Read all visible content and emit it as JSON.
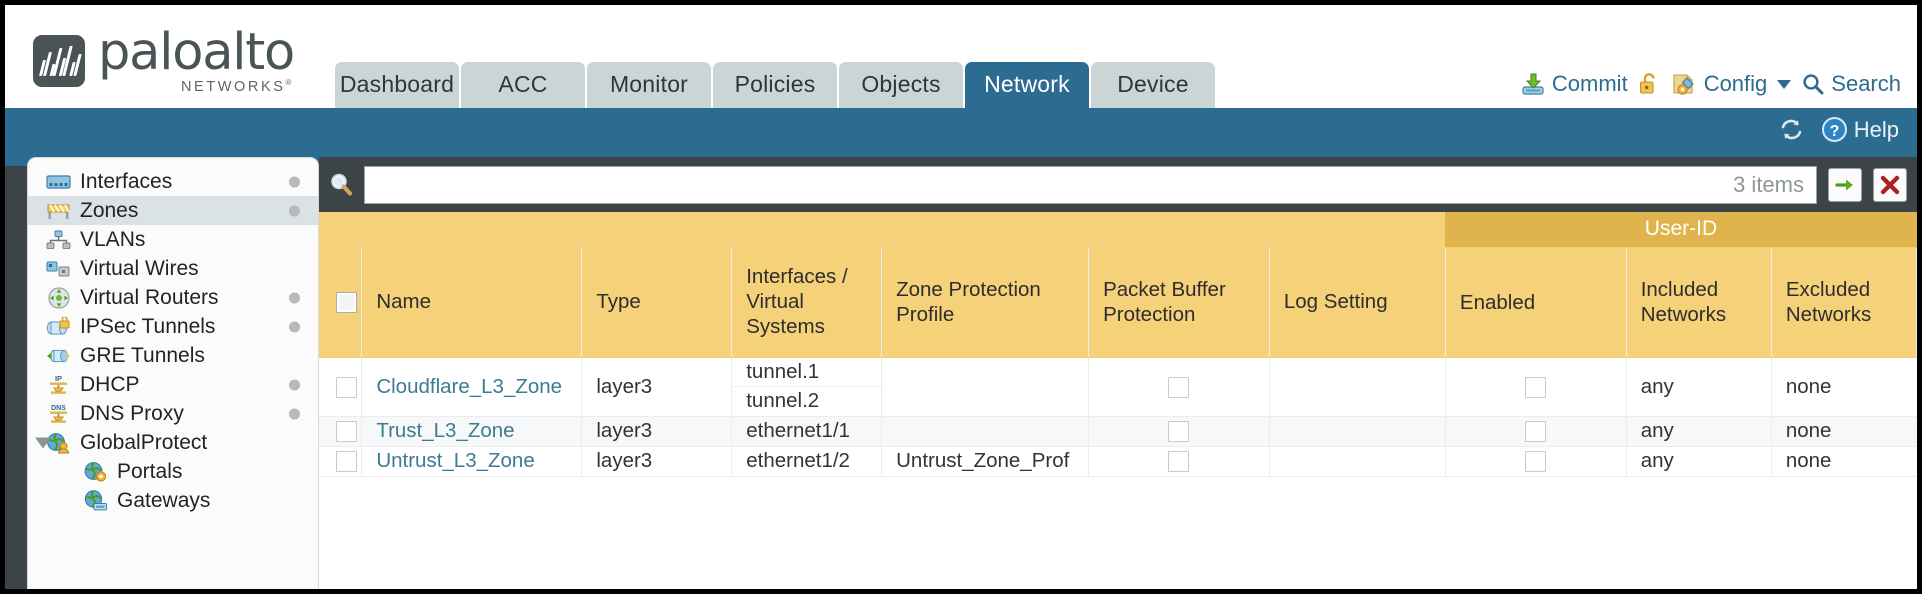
{
  "brand": {
    "name": "paloalto",
    "tagline": "NETWORKS",
    "reg": "®"
  },
  "nav_tabs": [
    {
      "label": "Dashboard",
      "active": false,
      "width": 124
    },
    {
      "label": "ACC",
      "active": false,
      "width": 124
    },
    {
      "label": "Monitor",
      "active": false,
      "width": 124
    },
    {
      "label": "Policies",
      "active": false,
      "width": 124
    },
    {
      "label": "Objects",
      "active": false,
      "width": 124
    },
    {
      "label": "Network",
      "active": true,
      "width": 124
    },
    {
      "label": "Device",
      "active": false,
      "width": 124
    }
  ],
  "header_actions": {
    "commit": "Commit",
    "config": "Config",
    "search": "Search",
    "lock_icon": "unlocked-padlock-icon"
  },
  "bluebar": {
    "refresh_icon": "refresh-icon",
    "help": "Help"
  },
  "sidebar": {
    "items": [
      {
        "label": "Interfaces",
        "icon": "interfaces-icon",
        "dot": true,
        "active": false,
        "sub": false,
        "expander": false
      },
      {
        "label": "Zones",
        "icon": "zones-icon",
        "dot": true,
        "active": true,
        "sub": false,
        "expander": false
      },
      {
        "label": "VLANs",
        "icon": "vlans-icon",
        "dot": false,
        "active": false,
        "sub": false,
        "expander": false
      },
      {
        "label": "Virtual Wires",
        "icon": "virtual-wires-icon",
        "dot": false,
        "active": false,
        "sub": false,
        "expander": false
      },
      {
        "label": "Virtual Routers",
        "icon": "virtual-routers-icon",
        "dot": true,
        "active": false,
        "sub": false,
        "expander": false
      },
      {
        "label": "IPSec Tunnels",
        "icon": "ipsec-tunnels-icon",
        "dot": true,
        "active": false,
        "sub": false,
        "expander": false
      },
      {
        "label": "GRE Tunnels",
        "icon": "gre-tunnels-icon",
        "dot": false,
        "active": false,
        "sub": false,
        "expander": false
      },
      {
        "label": "DHCP",
        "icon": "dhcp-icon",
        "dot": true,
        "active": false,
        "sub": false,
        "expander": false
      },
      {
        "label": "DNS Proxy",
        "icon": "dns-proxy-icon",
        "dot": true,
        "active": false,
        "sub": false,
        "expander": false
      },
      {
        "label": "GlobalProtect",
        "icon": "globalprotect-icon",
        "dot": false,
        "active": false,
        "sub": false,
        "expander": true
      },
      {
        "label": "Portals",
        "icon": "portals-icon",
        "dot": false,
        "active": false,
        "sub": true,
        "expander": false
      },
      {
        "label": "Gateways",
        "icon": "gateways-icon",
        "dot": false,
        "active": false,
        "sub": true,
        "expander": false
      }
    ]
  },
  "search": {
    "value": "",
    "placeholder": "",
    "item_count": "3 items",
    "apply_icon": "green-arrow-icon",
    "clear_icon": "red-x-icon"
  },
  "table": {
    "group_header": "User-ID",
    "columns": [
      {
        "key": "checkbox",
        "label": "",
        "width": 36
      },
      {
        "key": "name",
        "label": "Name",
        "width": 185
      },
      {
        "key": "type",
        "label": "Type",
        "width": 126
      },
      {
        "key": "interfaces",
        "label": "Interfaces / Virtual Systems",
        "width": 126
      },
      {
        "key": "zpp",
        "label": "Zone Protection Profile",
        "width": 174
      },
      {
        "key": "pbp",
        "label": "Packet Buffer Protection",
        "width": 152
      },
      {
        "key": "log",
        "label": "Log Setting",
        "width": 148
      },
      {
        "key": "enabled",
        "label": "Enabled",
        "width": 152
      },
      {
        "key": "included",
        "label": "Included Networks",
        "width": 122
      },
      {
        "key": "excluded",
        "label": "Excluded Networks",
        "width": 122
      }
    ],
    "rows": [
      {
        "selected": false,
        "name": "Cloudflare_L3_Zone",
        "type": "layer3",
        "interfaces": [
          "tunnel.1",
          "tunnel.2"
        ],
        "zone_protection_profile": "",
        "packet_buffer_protection": false,
        "log_setting": "",
        "userid_enabled": false,
        "included_networks": "any",
        "excluded_networks": "none"
      },
      {
        "selected": false,
        "name": "Trust_L3_Zone",
        "type": "layer3",
        "interfaces": [
          "ethernet1/1"
        ],
        "zone_protection_profile": "",
        "packet_buffer_protection": false,
        "log_setting": "",
        "userid_enabled": false,
        "included_networks": "any",
        "excluded_networks": "none"
      },
      {
        "selected": false,
        "name": "Untrust_L3_Zone",
        "type": "layer3",
        "interfaces": [
          "ethernet1/2"
        ],
        "zone_protection_profile": "Untrust_Zone_Prof",
        "packet_buffer_protection": false,
        "log_setting": "",
        "userid_enabled": false,
        "included_networks": "any",
        "excluded_networks": "none"
      }
    ]
  },
  "colors": {
    "brand_blue": "#2c6c91",
    "header_gold": "#f5d27a",
    "group_gold": "#e0b44c",
    "body_dark": "#3c4448",
    "link": "#3d7a93",
    "tab_inactive": "#ccd5d6"
  }
}
